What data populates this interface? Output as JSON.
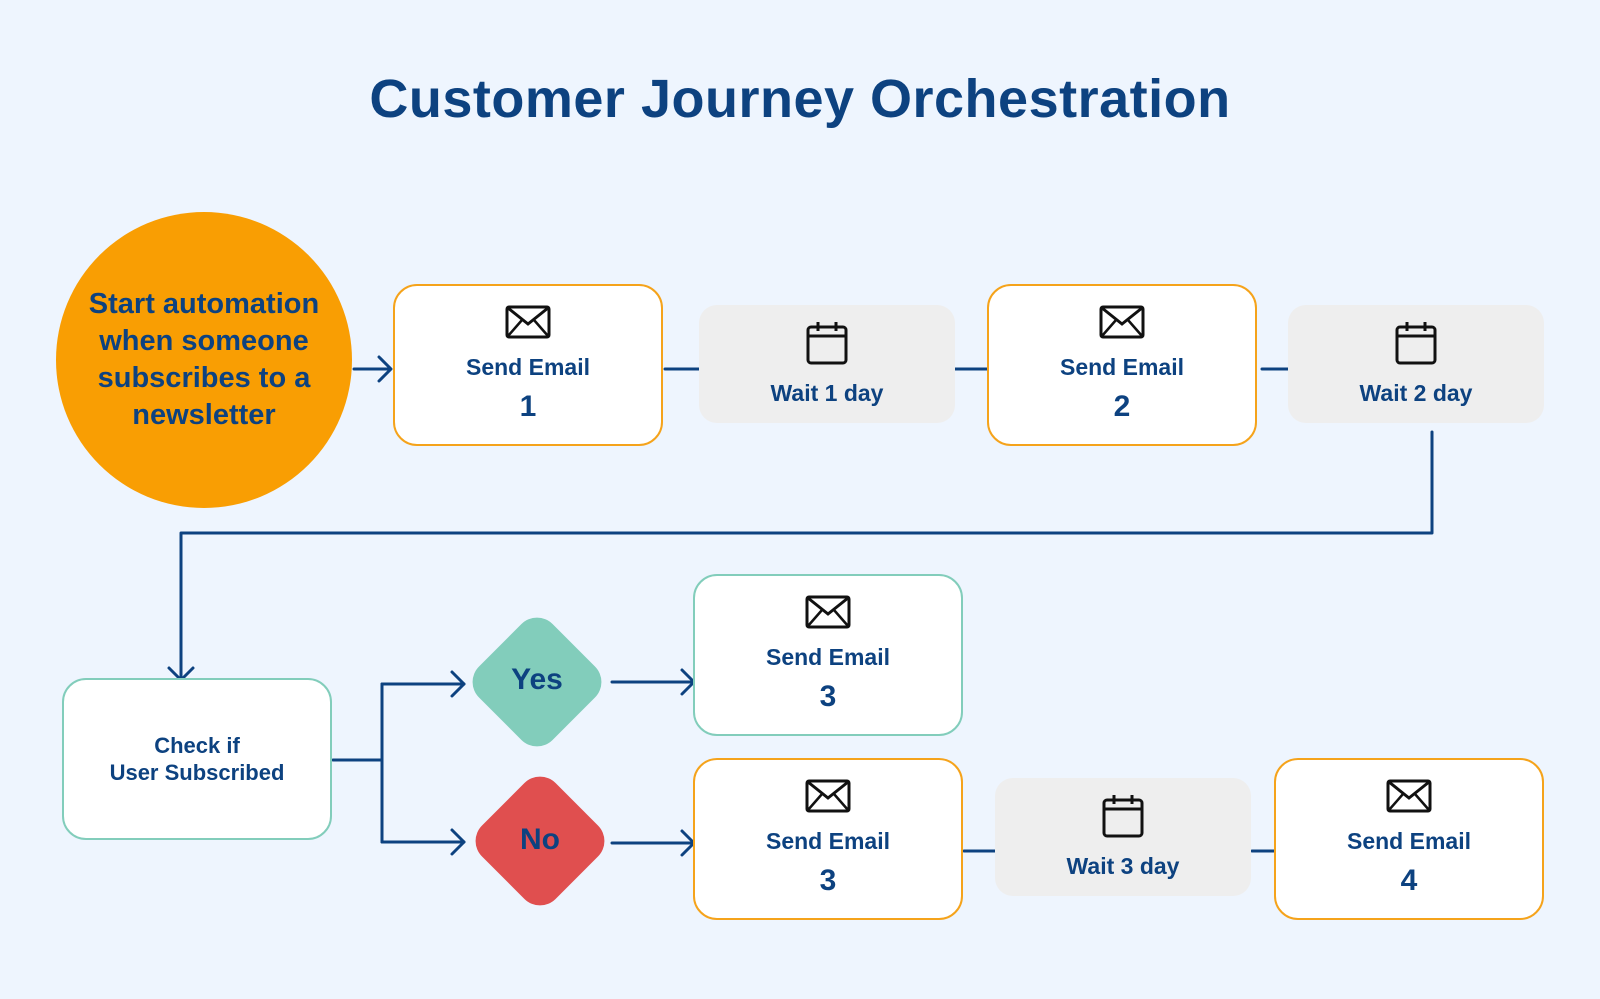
{
  "title": "Customer Journey Orchestration",
  "colors": {
    "background": "#eef5fe",
    "text": "#0d4280",
    "start_fill": "#f99e03",
    "email_border": "#f5a31b",
    "teal": "#82cdbb",
    "no_fill": "#e04f4f",
    "wait_fill": "#eeeeee",
    "arrow": "#0d4280"
  },
  "start": {
    "label": "Start automation when someone subscribes to a newsletter"
  },
  "email1": {
    "label": "Send Email",
    "number": "1",
    "icon": "envelope-icon"
  },
  "wait1": {
    "label": "Wait 1 day",
    "icon": "calendar-icon"
  },
  "email2": {
    "label": "Send Email",
    "number": "2",
    "icon": "envelope-icon"
  },
  "wait2": {
    "label": "Wait 2 day",
    "icon": "calendar-icon"
  },
  "check": {
    "line1": "Check if",
    "line2": "User Subscribed"
  },
  "decision": {
    "yes": "Yes",
    "no": "No"
  },
  "email3_yes": {
    "label": "Send Email",
    "number": "3",
    "icon": "envelope-icon"
  },
  "email3_no": {
    "label": "Send Email",
    "number": "3",
    "icon": "envelope-icon"
  },
  "wait3": {
    "label": "Wait 3 day",
    "icon": "calendar-icon"
  },
  "email4": {
    "label": "Send Email",
    "number": "4",
    "icon": "envelope-icon"
  }
}
